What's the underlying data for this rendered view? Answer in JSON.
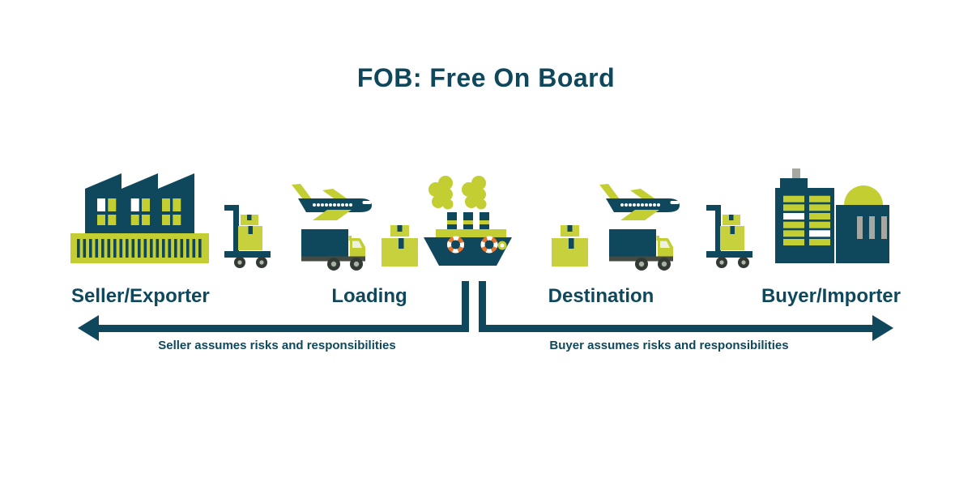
{
  "title": "FOB: Free On Board",
  "stages": [
    {
      "label": "Seller/Exporter"
    },
    {
      "label": "Loading"
    },
    {
      "label": "Destination"
    },
    {
      "label": "Buyer/Importer"
    }
  ],
  "timeline": {
    "seller_caption": "Seller assumes risks and responsibilities",
    "buyer_caption": "Buyer assumes risks and responsibilities"
  },
  "icons": {
    "seller": "factory-icon",
    "cart_left": "hand-truck-icon",
    "loading_plane": "airplane-icon",
    "loading_truck": "delivery-truck-icon",
    "loading_boxes": "package-boxes-icon",
    "transfer_point": "cargo-ship-icon",
    "destination_boxes": "package-boxes-icon",
    "destination_plane": "airplane-icon",
    "destination_truck": "delivery-truck-icon",
    "cart_right": "hand-truck-icon",
    "buyer": "city-building-icon"
  },
  "colors": {
    "teal": "#0f485c",
    "green": "#c2ce32",
    "box_green": "#c7d13e",
    "orange": "#e5742f",
    "gray": "#a5a8a0",
    "dark_gray": "#454a42",
    "wheel": "#333a35",
    "background": "#ffffff"
  }
}
